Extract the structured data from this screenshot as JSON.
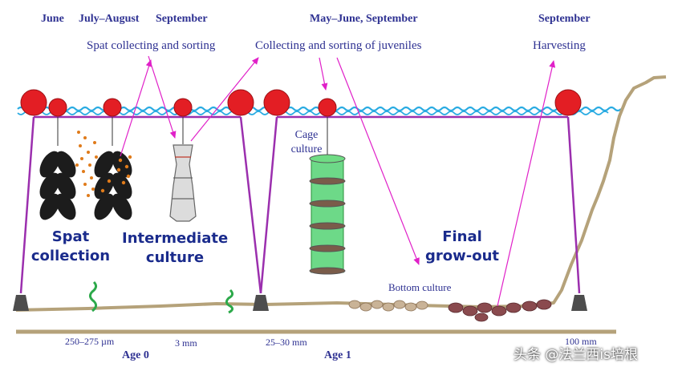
{
  "months": {
    "june": "June",
    "july_august": "July–August",
    "september_1": "September",
    "may_june_september": "May–June, September",
    "september_2": "September"
  },
  "activities": {
    "spat_collecting": "Spat collecting and sorting",
    "collecting_juveniles": "Collecting and sorting of juveniles",
    "harvesting": "Harvesting"
  },
  "stages": {
    "spat_collection_line1": "Spat",
    "spat_collection_line2": "collection",
    "intermediate_line1": "Intermediate",
    "intermediate_line2": "culture",
    "final_line1": "Final",
    "final_line2": "grow-out"
  },
  "labels": {
    "cage_line1": "Cage",
    "cage_line2": "culture",
    "bottom_culture": "Bottom culture"
  },
  "sizes": {
    "s1": "250–275 µm",
    "s2": "3 mm",
    "s3": "25–30 mm",
    "s4": "100 mm"
  },
  "ages": {
    "age0": "Age 0",
    "age1": "Age 1"
  },
  "watermark": "头条 @法兰西is培根",
  "colors": {
    "buoy": "#e31e24",
    "line": "#9b2fae",
    "water": "#29abe2",
    "seabed": "#b5a27a",
    "arrow": "#e020c8",
    "text": "#2e3192",
    "net": "#3cc84a",
    "spat": "#e07b1a"
  }
}
